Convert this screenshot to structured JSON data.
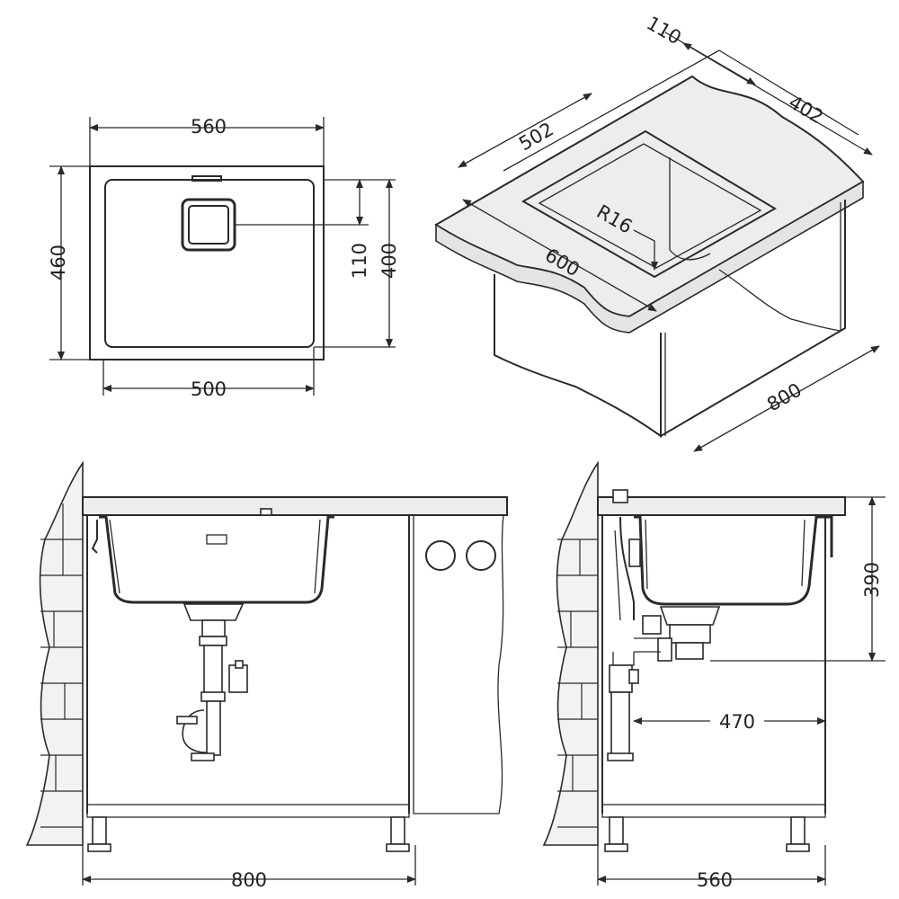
{
  "dimensions": {
    "top_view_width": "560",
    "top_view_height": "460",
    "top_view_inner_width": "500",
    "top_view_inner_height": "400",
    "drain_offset": "110",
    "iso_depth": "110",
    "iso_bowl_length": "402",
    "iso_bowl_width": "502",
    "iso_radius": "R16",
    "iso_width": "600",
    "iso_cabinet": "800",
    "front_cabinet_width": "800",
    "side_depth": "390",
    "side_drain_distance": "470",
    "side_cabinet_width": "560"
  }
}
